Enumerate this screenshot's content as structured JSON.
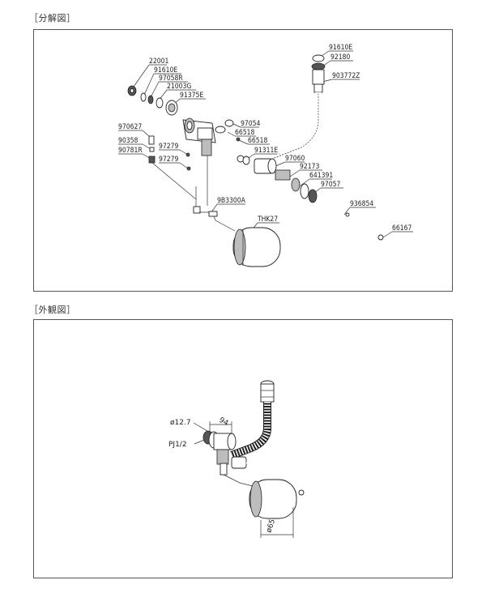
{
  "sections": {
    "exploded_title": "［分解図］",
    "exterior_title": "［外観図］"
  },
  "parts": {
    "p22001": "22001",
    "p91610E_a": "91610E",
    "p97058R": "97058R",
    "p21003G": "21003G",
    "p91375E": "91375E",
    "p970627": "970627",
    "p90358": "90358",
    "p90781R": "90781R",
    "p97279_a": "97279",
    "p97279_b": "97279",
    "p97054": "97054",
    "p66518_a": "66518",
    "p66518_b": "66518",
    "p91311E": "91311E",
    "p9B3300A": "9B3300A",
    "pTHK27": "THK27",
    "p91610E_b": "91610E",
    "p92180": "92180",
    "p903772Z": "903772Z",
    "p97060": "97060",
    "p92173": "92173",
    "p641391": "641391",
    "p97057": "97057",
    "p936854": "936854",
    "p66167": "66167"
  },
  "dimensions": {
    "d_phi127": "ø12.7",
    "d_pj12": "PJ1/2",
    "d_94": "94",
    "d_phi65": "ø65"
  }
}
